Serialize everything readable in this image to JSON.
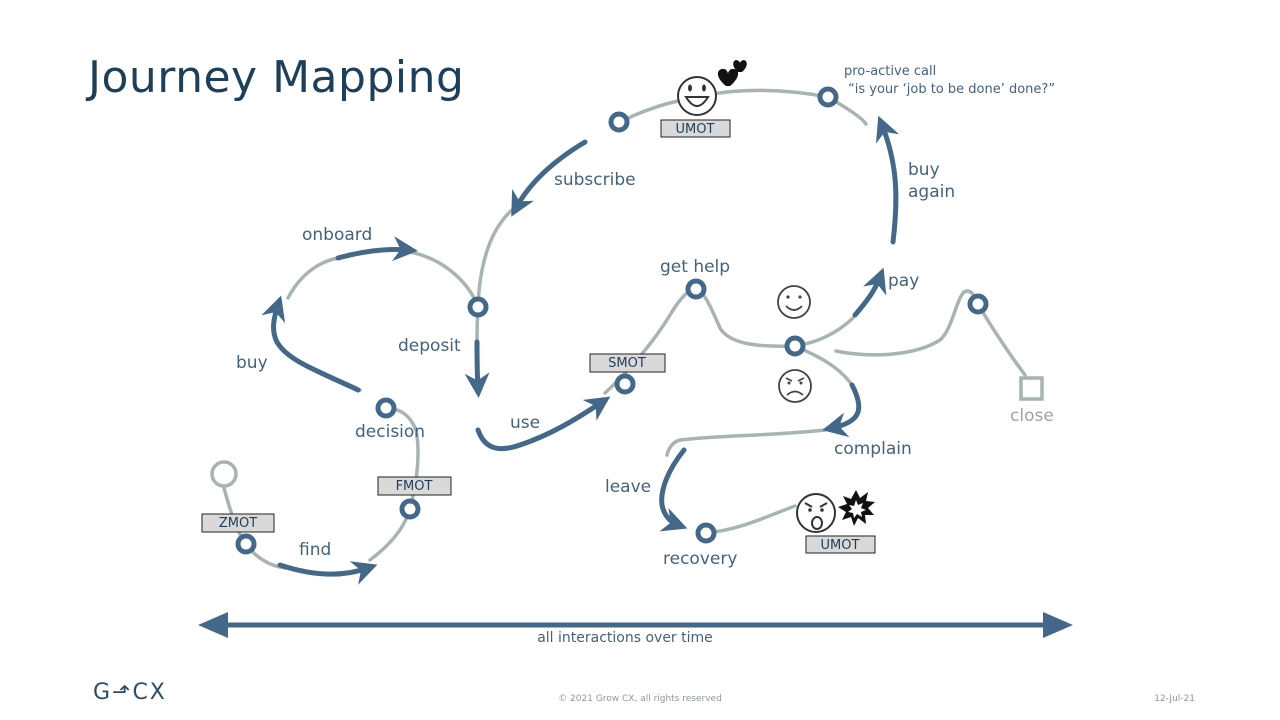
{
  "title": "Journey Mapping",
  "stages": {
    "find": "find",
    "decision": "decision",
    "buy": "buy",
    "onboard": "onboard",
    "deposit": "deposit",
    "use": "use",
    "subscribe": "subscribe",
    "get_help": "get help",
    "pay": "pay",
    "buy_again_1": "buy",
    "buy_again_2": "again",
    "complain": "complain",
    "leave": "leave",
    "recovery": "recovery",
    "close": "close"
  },
  "moments": {
    "zmot": "ZMOT",
    "fmot": "FMOT",
    "smot": "SMOT",
    "umot_top": "UMOT",
    "umot_bottom": "UMOT"
  },
  "proactive": {
    "line1": "pro-active call",
    "line2": "“is your ‘job to be done’ done?”"
  },
  "timeline_label": "all interactions over time",
  "footer": {
    "logo": "G⬏CX",
    "copyright": "© 2021 Grow CX, all rights reserved",
    "date": "12-Jul-21"
  },
  "colors": {
    "path_grey": "#a7b4b2",
    "path_blue": "#44688a",
    "title": "#1e3f5a"
  }
}
